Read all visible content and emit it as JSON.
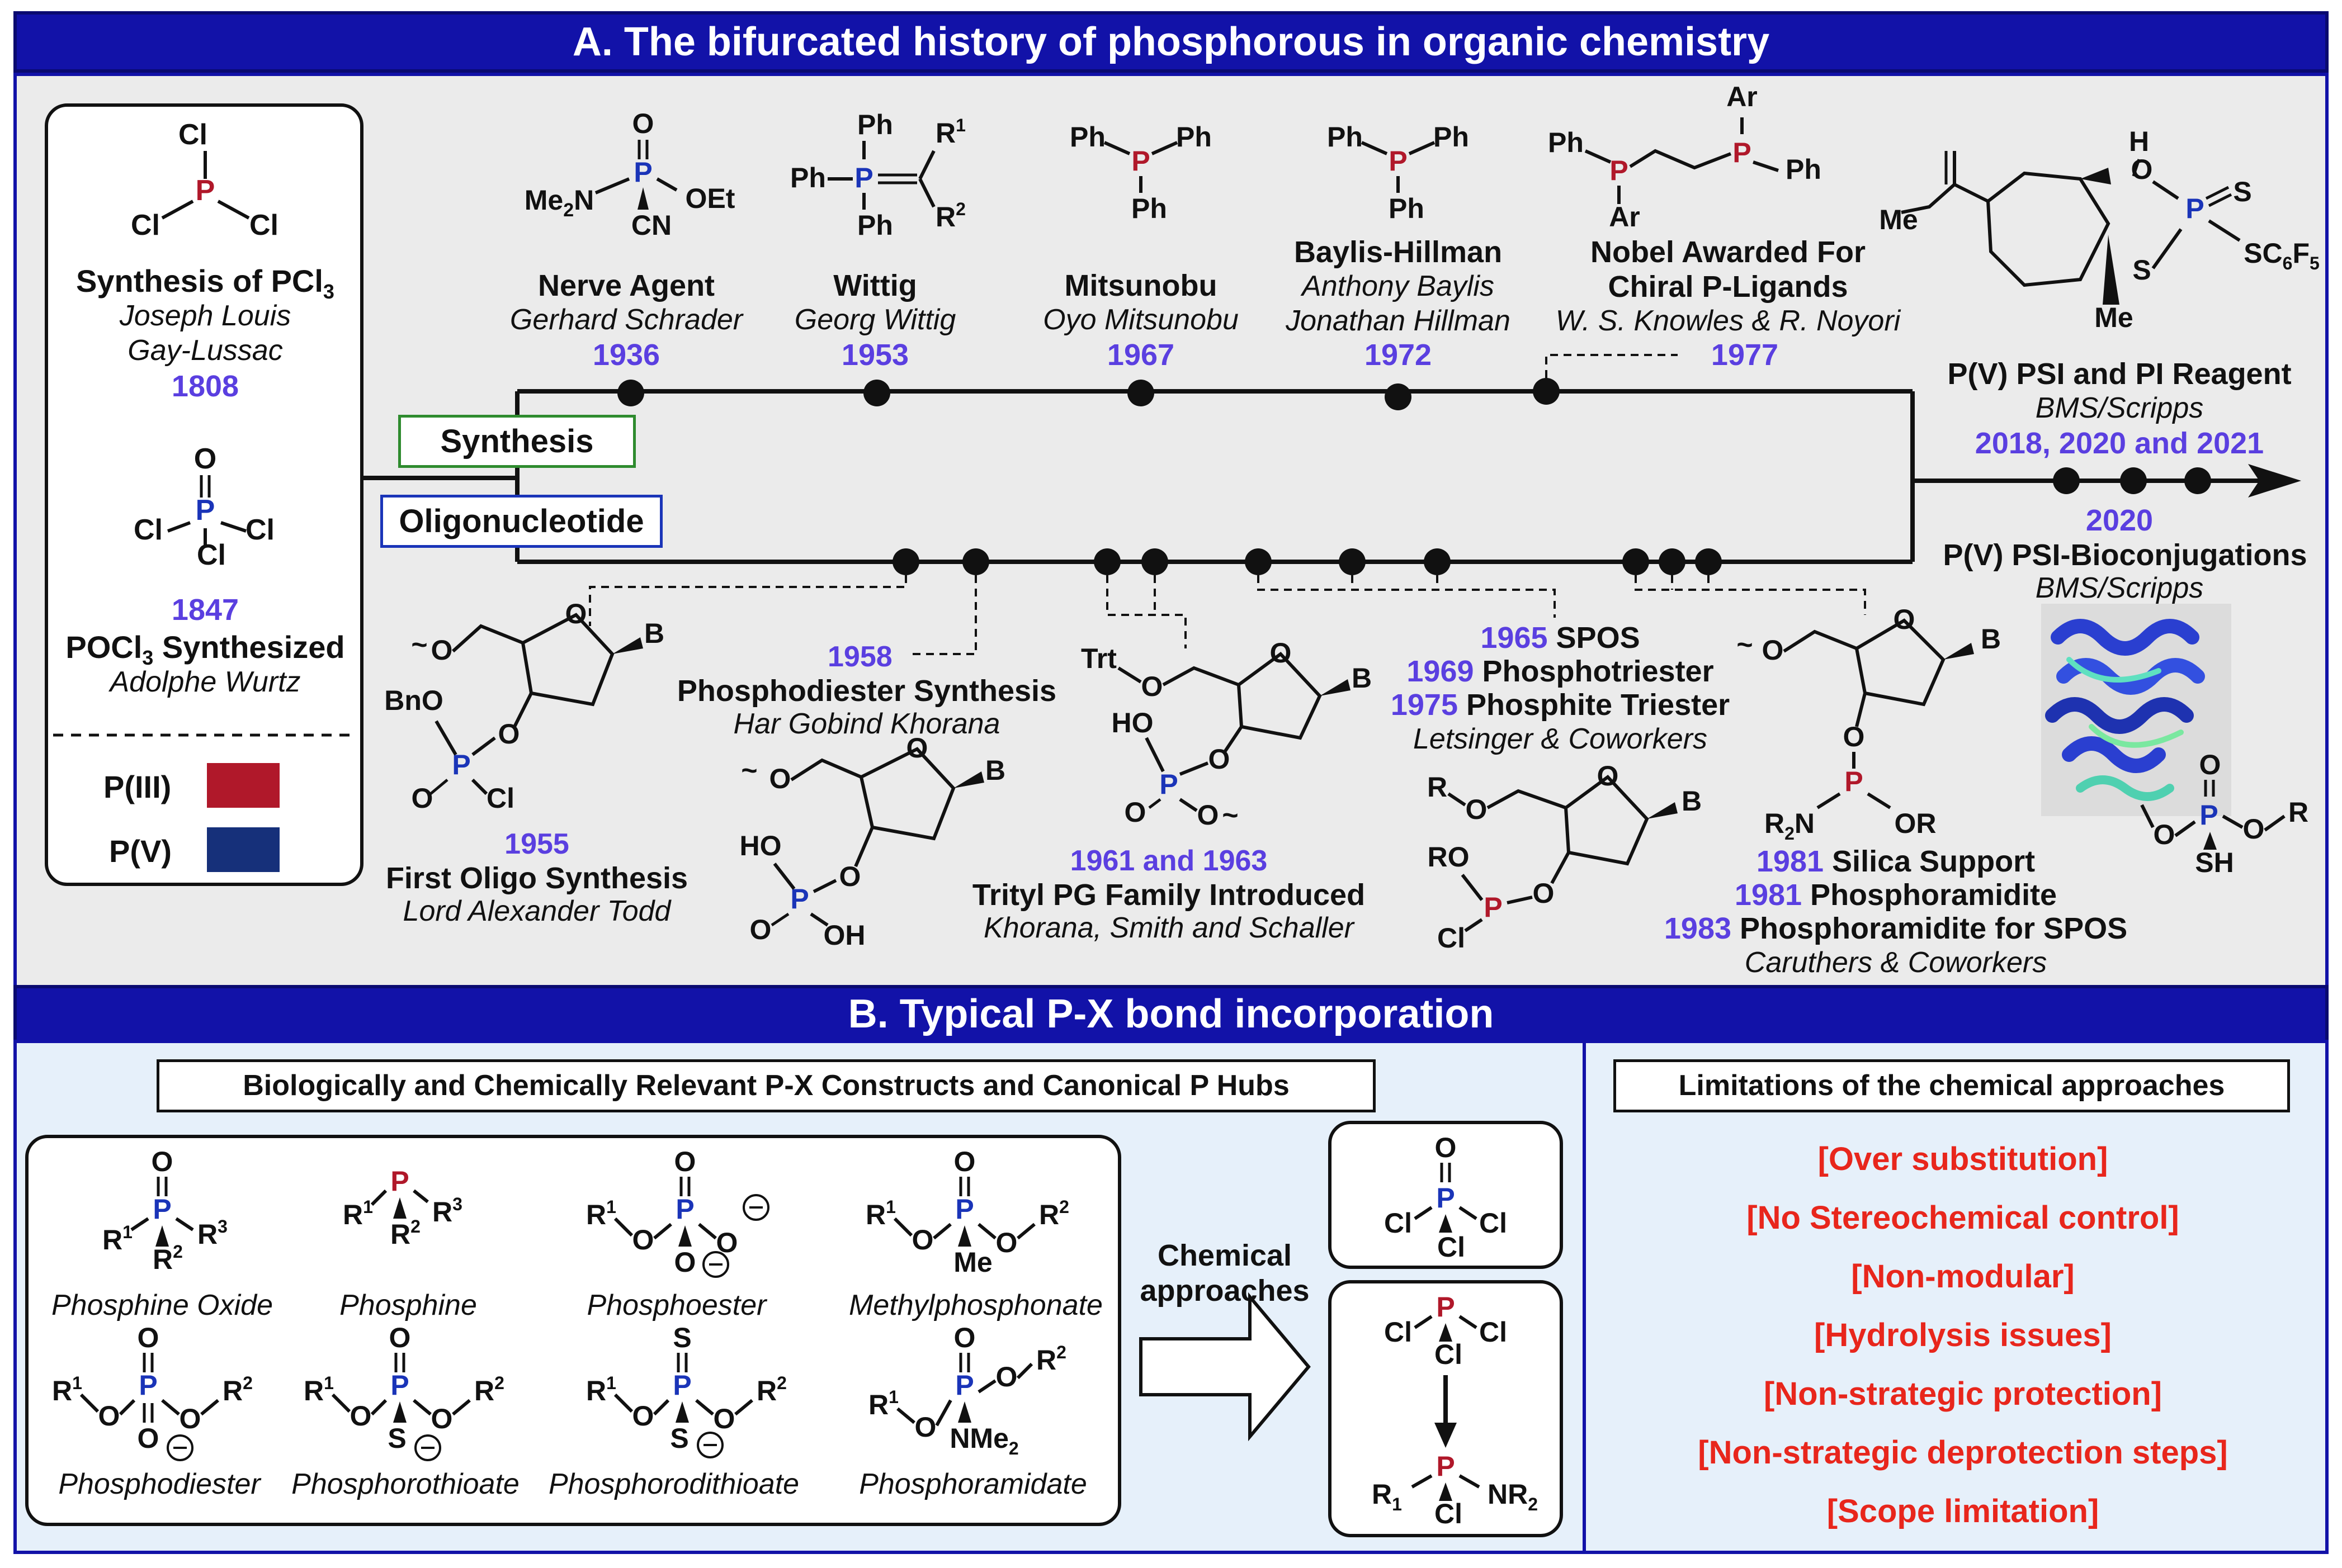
{
  "panel_a": {
    "title": "A. The bifurcated history of phosphorous in organic chemistry",
    "left_box": {
      "pcl3_title": "Synthesis of PCl",
      "pcl3_sub": "3",
      "pcl3_person1": "Joseph Louis",
      "pcl3_person2": "Gay-Lussac",
      "pcl3_year": "1808",
      "pocl3_year": "1847",
      "pocl3_title": "POCl",
      "pocl3_sub": "3",
      "pocl3_title_suffix": " Synthesized",
      "pocl3_person": "Adolphe Wurtz",
      "legend": [
        {
          "label": "P(III)",
          "color": "#b0182a"
        },
        {
          "label": "P(V)",
          "color": "#16307a"
        }
      ]
    },
    "branch_labels": {
      "synthesis": "Synthesis",
      "oligonucleotide": "Oligonucleotide"
    },
    "top_events": [
      {
        "title": "Nerve Agent",
        "person": "Gerhard Schrader",
        "year": "1936"
      },
      {
        "title": "Wittig",
        "person": "Georg Wittig",
        "year": "1953"
      },
      {
        "title": "Mitsunobu",
        "person": "Oyo Mitsunobu",
        "year": "1967"
      },
      {
        "title": "Baylis-Hillman",
        "person1": "Anthony Baylis",
        "person2": "Jonathan Hillman",
        "year": "1972"
      },
      {
        "title1": "Nobel Awarded For",
        "title2": "Chiral P-Ligands",
        "person": "W. S. Knowles & R. Noyori",
        "year": "1977"
      }
    ],
    "right_events": {
      "psi_title": "P(V) PSI and PI Reagent",
      "psi_org": "BMS/Scripps",
      "psi_years": "2018, 2020 and 2021",
      "bio_year": "2020",
      "bio_title": "P(V) PSI-Bioconjugations",
      "bio_org": "BMS/Scripps"
    },
    "bottom_events": {
      "todd_year": "1955",
      "todd_title": "First Oligo Synthesis",
      "todd_person": "Lord Alexander Todd",
      "khorana_year": "1958",
      "khorana_title": "Phosphodiester Synthesis",
      "khorana_person": "Har Gobind Khorana",
      "trityl_years": "1961 and 1963",
      "trityl_title": "Trityl PG Family Introduced",
      "trityl_people": "Khorana, Smith and Schaller",
      "letsinger_lines": [
        {
          "year": "1965",
          "text": " SPOS"
        },
        {
          "year": "1969",
          "text": " Phosphotriester"
        },
        {
          "year": "1975",
          "text": " Phosphite Triester"
        }
      ],
      "letsinger_people": "Letsinger & Coworkers",
      "caruthers_lines": [
        {
          "year": "1981",
          "text": " Silica Support"
        },
        {
          "year": "1981",
          "text": " Phosphoramidite"
        },
        {
          "year": "1983",
          "text": " Phosphoramidite for SPOS"
        }
      ],
      "caruthers_people": "Caruthers & Coworkers"
    }
  },
  "panel_b": {
    "title": "B. Typical P-X bond incorporation",
    "constructs_header": "Biologically and Chemically Relevant P-X Constructs and Canonical P Hubs",
    "limitations_header": "Limitations of the chemical approaches",
    "constructs": [
      "Phosphine Oxide",
      "Phosphine",
      "Phosphoester",
      "Methylphosphonate",
      "Phosphodiester",
      "Phosphorothioate",
      "Phosphorodithioate",
      "Phosphoramidate"
    ],
    "arrow_label1": "Chemical",
    "arrow_label2": "approaches",
    "limitations": [
      "[Over substitution]",
      "[No Stereochemical control]",
      "[Non-modular]",
      "[Hydrolysis issues]",
      "[Non-strategic protection]",
      "[Non-strategic deprotection steps]",
      "[Scope limitation]"
    ]
  }
}
